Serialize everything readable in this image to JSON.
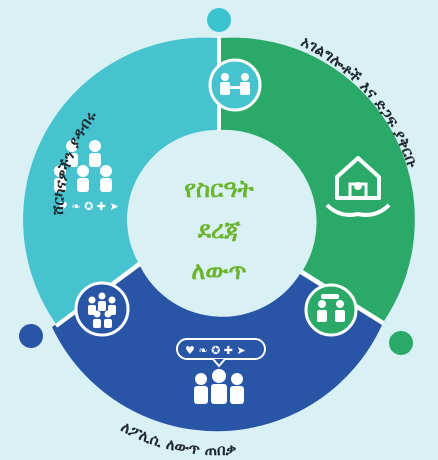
{
  "diagram": {
    "center": {
      "lines": [
        "የስርዓት",
        "ደረጃ",
        "ለውጥ"
      ]
    },
    "segments": [
      {
        "label": "ሸርካናዎችን ያዳብሩ",
        "color": "#46c3cf"
      },
      {
        "label": "አገልግሎቶች እና ድጋፍ ያቅርቡ",
        "color": "#2aa968"
      },
      {
        "label": "ለፖሊሲ ለውጥ ጠበቃ",
        "color": "#2855a6"
      }
    ],
    "dots": [
      {
        "name": "top",
        "color": "#3cc3d0"
      },
      {
        "name": "left",
        "color": "#2855a6"
      },
      {
        "name": "right",
        "color": "#2aa968"
      }
    ],
    "icons": {
      "top_connector": "handshake-people-icon",
      "left_group": "community-group-icon",
      "right_house": "house-in-hands-icon",
      "right_connector": "people-collaboration-icon",
      "left_connector": "crowd-icon",
      "bottom_group": "people-group-icon",
      "bottom_bubble": "health-environment-speech-bubble-icon"
    }
  }
}
